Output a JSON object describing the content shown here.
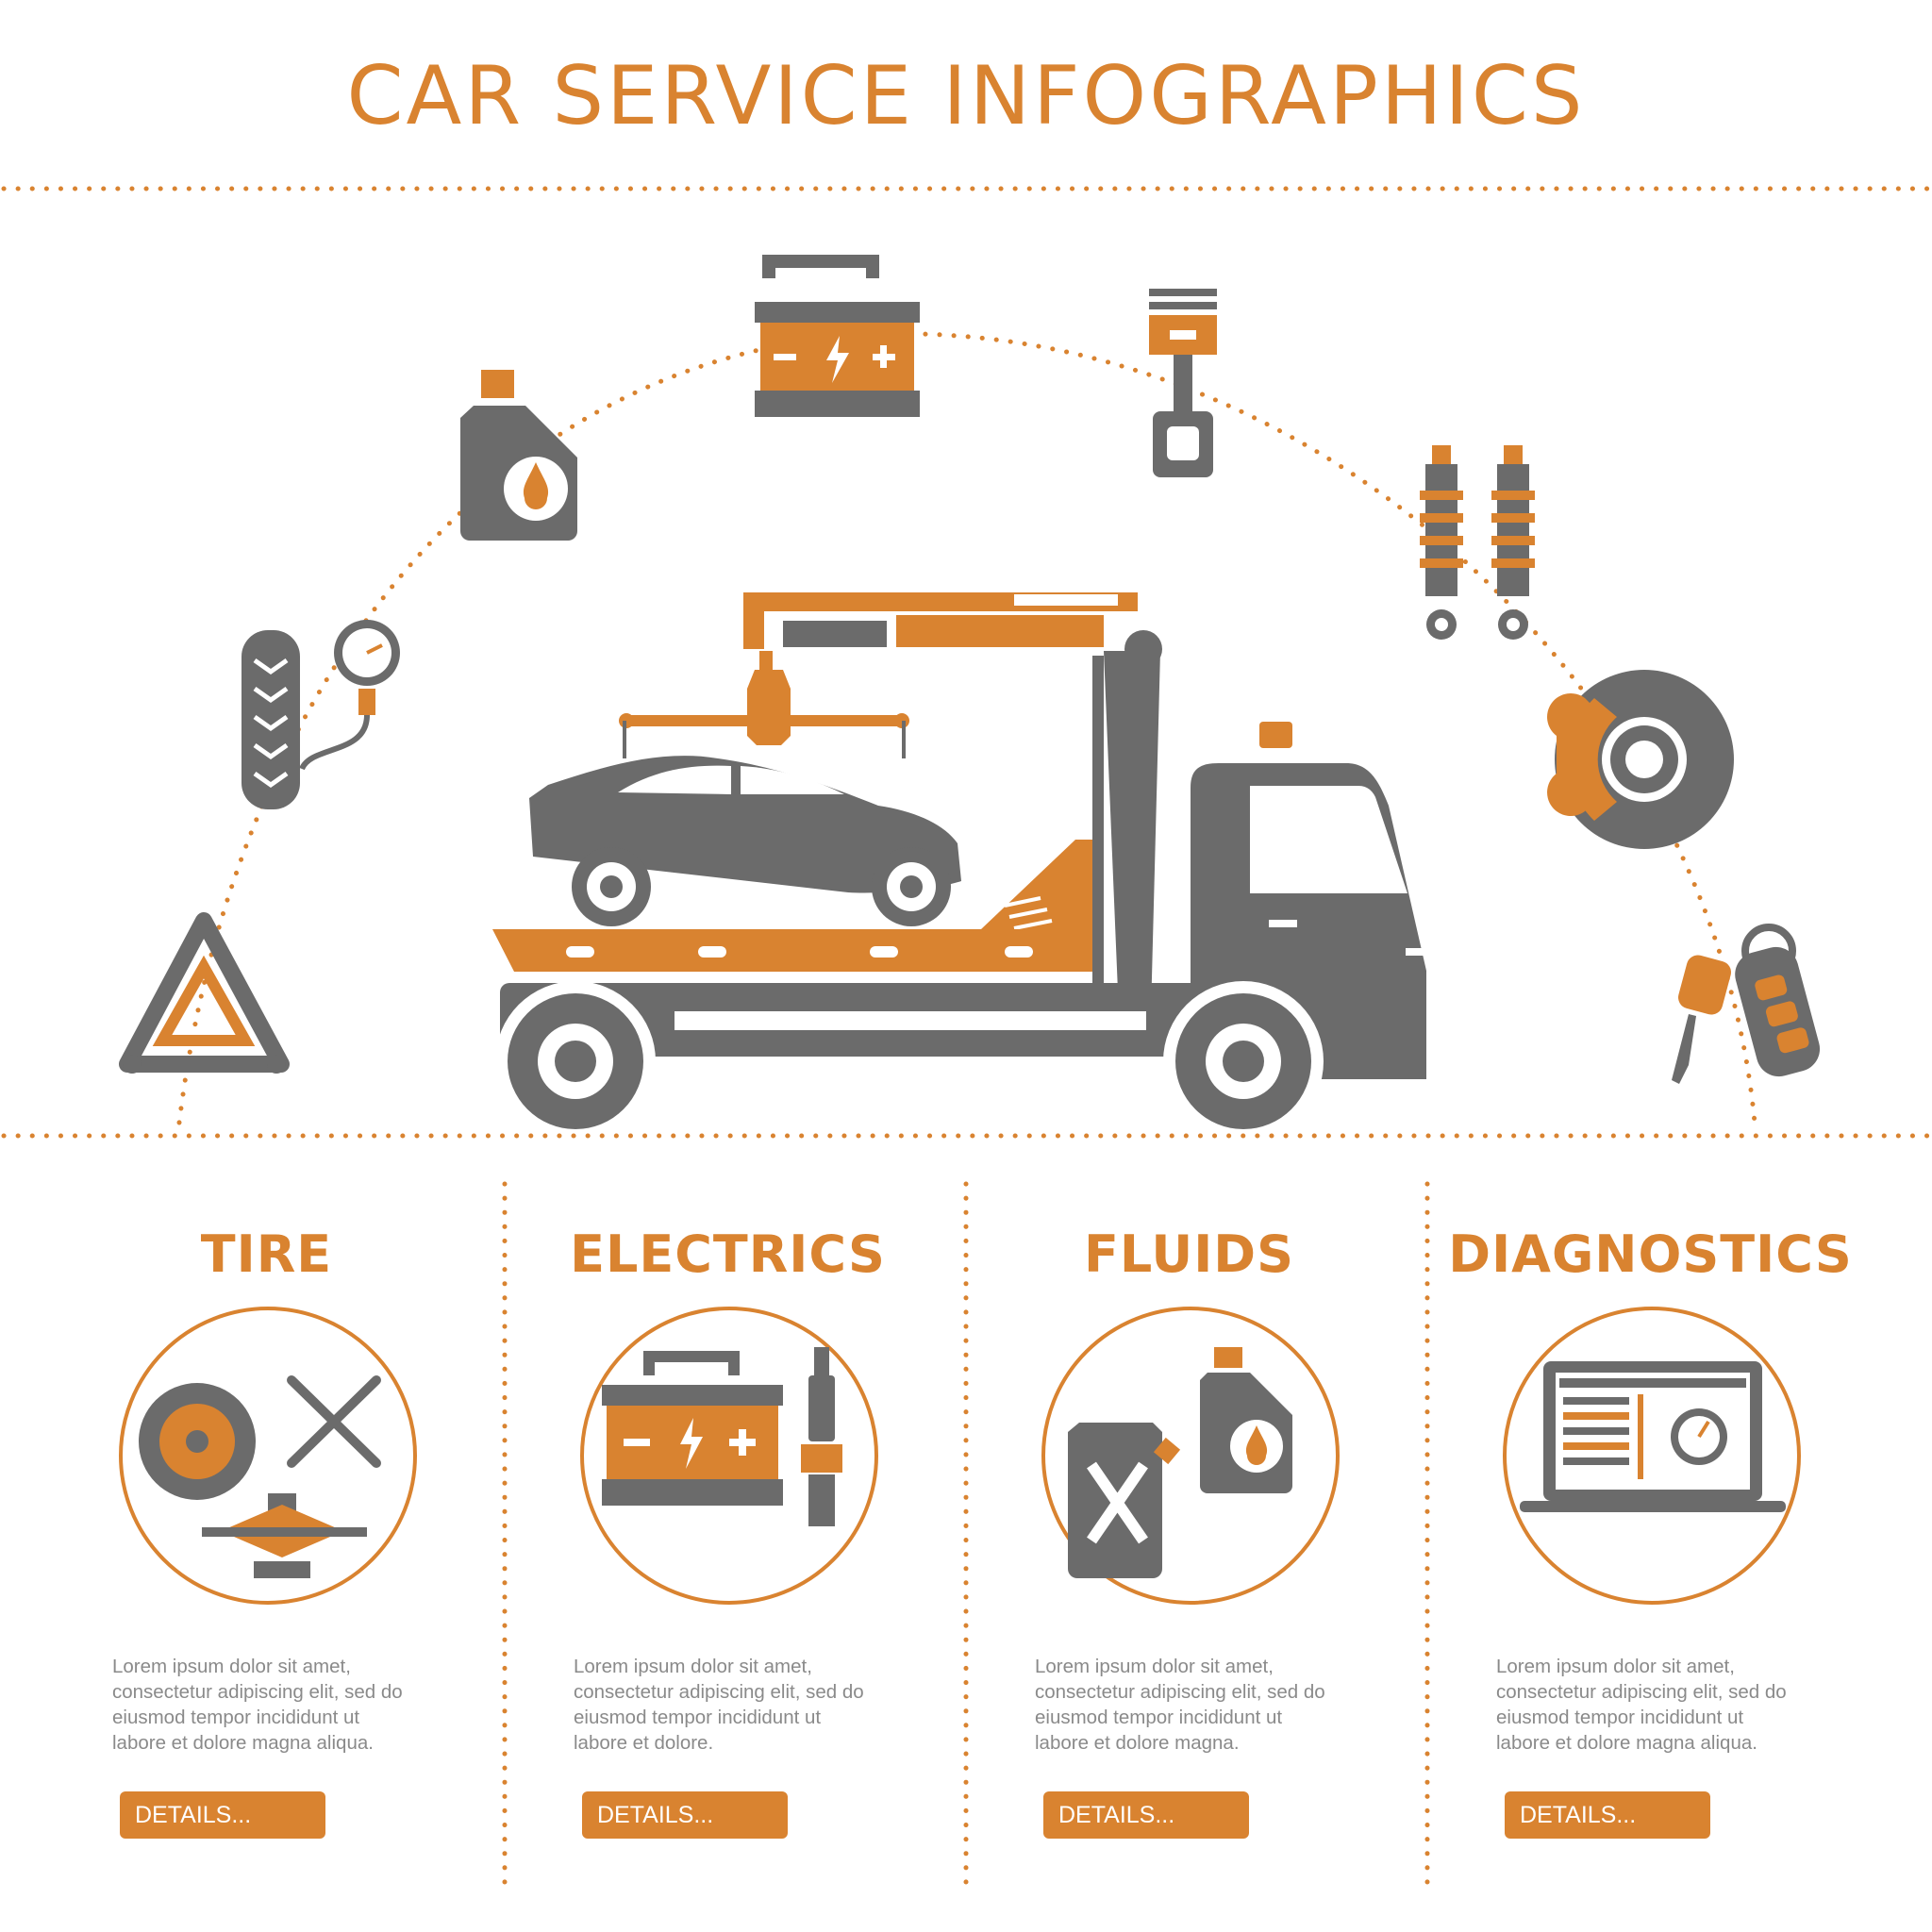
{
  "title": "CAR SERVICE INFOGRAPHICS",
  "colors": {
    "accent": "#d98330",
    "gray": "#6b6b6b",
    "text": "#8a8a8a"
  },
  "hero_icons": [
    "warning-triangle-icon",
    "tire-pressure-gauge-icon",
    "oil-canister-icon",
    "car-battery-icon",
    "piston-icon",
    "shock-absorbers-icon",
    "brake-disc-icon",
    "car-keys-icon",
    "tow-truck-icon"
  ],
  "cards": [
    {
      "title": "TIRE",
      "icon": "tire-tools-icon",
      "text": [
        "Lorem ipsum dolor sit amet,",
        "consectetur adipiscing elit, sed do",
        "eiusmod tempor incididunt ut",
        "labore et dolore magna aliqua."
      ],
      "button": "DETAILS..."
    },
    {
      "title": "ELECTRICS",
      "icon": "battery-sparkplug-icon",
      "text": [
        "Lorem ipsum dolor sit amet,",
        "consectetur adipiscing elit, sed do",
        "eiusmod tempor incididunt ut",
        "labore et dolore."
      ],
      "button": "DETAILS..."
    },
    {
      "title": "FLUIDS",
      "icon": "fuel-canisters-icon",
      "text": [
        "Lorem ipsum dolor sit amet,",
        "consectetur adipiscing elit, sed do",
        "eiusmod tempor incididunt ut",
        "labore et dolore magna."
      ],
      "button": "DETAILS..."
    },
    {
      "title": "DIAGNOSTICS",
      "icon": "diagnostic-laptop-icon",
      "text": [
        "Lorem ipsum dolor sit amet,",
        "consectetur adipiscing elit, sed do",
        "eiusmod tempor incididunt ut",
        "labore et dolore magna aliqua."
      ],
      "button": "DETAILS..."
    }
  ]
}
